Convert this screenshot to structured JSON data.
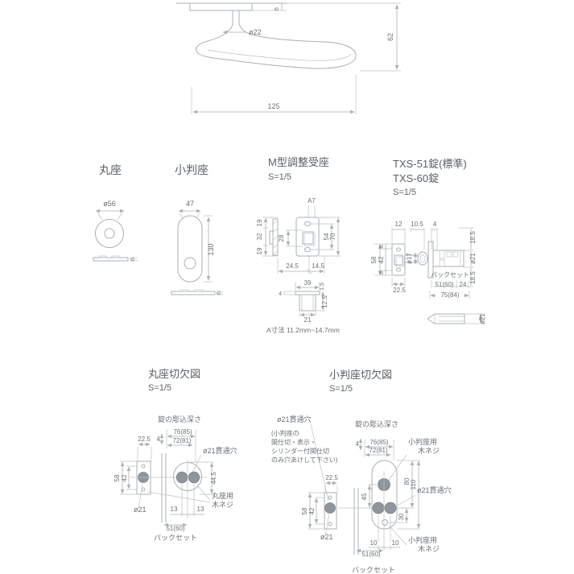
{
  "top_view": {
    "dim_plate_thickness": "6",
    "dim_shaft_dia": "ø22",
    "dim_height": "62",
    "dim_length": "125"
  },
  "round_rose": {
    "title": "丸座",
    "dim_dia": "ø56",
    "dim_thickness": "6"
  },
  "oval_rose": {
    "title": "小判座",
    "dim_width": "47",
    "dim_height": "130",
    "dim_thickness": "6"
  },
  "strike": {
    "title": "M型調整受座",
    "scale": "S=1/5",
    "dim_a7": "A7",
    "dim_19_top": "19",
    "dim_32": "32",
    "dim_19_bottom": "19",
    "dim_28": "28",
    "dim_54": "54",
    "dim_70": "70",
    "dim_24_5": "24.5",
    "dim_14_5": "14.5",
    "dim_39": "39",
    "dim_1_5": "1.5",
    "dim_4": "4",
    "dim_21": "21",
    "dim_12_5": "12.5",
    "note": "A寸法 11.2mm~14.7mm"
  },
  "latch": {
    "title_line1": "TXS-51錠(標準)",
    "title_line2": "TXS-60錠",
    "scale": "S=1/5",
    "dim_12": "12",
    "dim_10_5": "10.5",
    "dim_4": "4",
    "dim_8_top": "8",
    "dim_58": "58",
    "dim_42": "42",
    "dim_8_bottom": "8",
    "dim_22_5": "22.5",
    "dim_phi17": "ø17",
    "dim_18_5_top": "18.5",
    "dim_phi21": "ø21",
    "dim_18_5_bottom": "18.5",
    "backset_label": "バックセット",
    "dim_51_60": "51(60)",
    "dim_24": "24",
    "dim_75_84": "75(84)",
    "dim_phi21_side": "ø21"
  },
  "round_cutout": {
    "title": "丸座切欠図",
    "scale": "S=1/5",
    "mortise_label": "錠の彫込深さ",
    "dim_4": "4",
    "dim_76_85": "76(85)",
    "dim_72_81": "72(81)",
    "dim_22_5": "22.5",
    "through_hole_label": "ø21貫通穴",
    "dim_58": "58",
    "dim_42": "42",
    "dim_phi21": "ø21",
    "dim_44_5": "44.5",
    "screw_label_line1": "丸座用",
    "screw_label_line2": "木ネジ",
    "dim_13_left": "13",
    "dim_13_right": "13",
    "dim_51_60": "51(60)",
    "backset_label": "バックセット"
  },
  "oval_cutout": {
    "title": "小判座切欠図",
    "scale": "S=1/5",
    "through_hole_label_top": "ø21貫通穴",
    "note_line1": "(小判座の",
    "note_line2": "間仕切・表示・",
    "note_line3": "シリンダー付間仕切",
    "note_line4": "のみ穴あけして下さい)",
    "mortise_label": "錠の彫込深さ",
    "dim_4": "4",
    "dim_76_85": "76(85)",
    "dim_72_81": "72(81)",
    "screw_label_top_line1": "小判座用",
    "screw_label_top_line2": "木ネジ",
    "dim_22_5": "22.5",
    "dim_58": "58",
    "dim_42": "42",
    "dim_phi21": "ø21",
    "dim_45": "45",
    "dim_80": "80",
    "dim_110": "110",
    "through_hole_label_mid": "ø21貫通穴",
    "dim_30": "30",
    "dim_10_left": "10",
    "dim_10_right": "10",
    "dim_51_60": "51(60)",
    "screw_label_bottom_line1": "小判座用",
    "screw_label_bottom_line2": "木ネジ",
    "backset_label": "バックセット"
  }
}
